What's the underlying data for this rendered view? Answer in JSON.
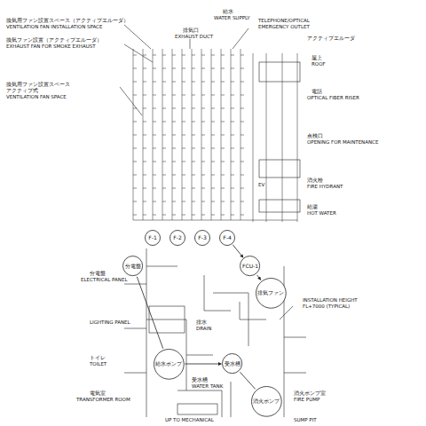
{
  "diagram": {
    "nodes": [
      {
        "text": [
          "F-1"
        ]
      },
      {
        "text": [
          "F-2"
        ]
      },
      {
        "text": [
          "F-3"
        ]
      },
      {
        "text": [
          "F-4"
        ]
      },
      {
        "text": [
          "FCU-1"
        ]
      },
      {
        "text": [
          "排気ファン"
        ]
      },
      {
        "text": [
          "分電盤"
        ]
      },
      {
        "text": [
          "給水ポンプ"
        ]
      },
      {
        "text": [
          "受水槽"
        ]
      },
      {
        "text": [
          "消火ポンプ"
        ]
      }
    ],
    "edges": [
      {
        "from": 3,
        "to": 4,
        "arrow": "to"
      },
      {
        "from": 4,
        "to": 5,
        "arrow": "to"
      },
      {
        "from": 6,
        "to": 7,
        "arrow": "none"
      },
      {
        "from": 7,
        "to": 8,
        "arrow": "to"
      },
      {
        "from": 8,
        "to": 9,
        "arrow": "none"
      }
    ],
    "labels": [
      "換気用ファン設置スペース（アクティブエルーダ）",
      "VENTILATION FAN INSTALLATION SPACE",
      "換気ファン設置（アクティブエルーダ）",
      "EXHAUST FAN FOR SMOKE EXHAUST",
      "換気用ファン設置スペース",
      "アクティブ式",
      "VENTILATION FAN SPACE",
      "排気口",
      "EXHAUST DUCT",
      "給水",
      "WATER SUPPLY",
      "TELEPHONE/OPTICAL",
      "EMERGENCY OUTLET",
      "アクティブエルーダ",
      "屋上",
      "ROOF",
      "電話",
      "OPTICAL FIBER RISER",
      "点検口",
      "OPENING FOR MAINTENANCE",
      "消火栓",
      "FIRE HYDRANT",
      "給湯",
      "HOT WATER",
      "INSTALLATION HEIGHT",
      "FL+7000 (TYPICAL)",
      "分電盤",
      "ELECTRICAL PANEL",
      "LIGHTING PANEL",
      "トイレ",
      "TOILET",
      "排水",
      "DRAIN",
      "受水槽",
      "WATER TANK",
      "電気室",
      "TRANSFORMER ROOM",
      "UP TO MECHANICAL",
      "消火ポンプ室",
      "FIRE PUMP",
      "SUMP PIT",
      "EV"
    ]
  }
}
